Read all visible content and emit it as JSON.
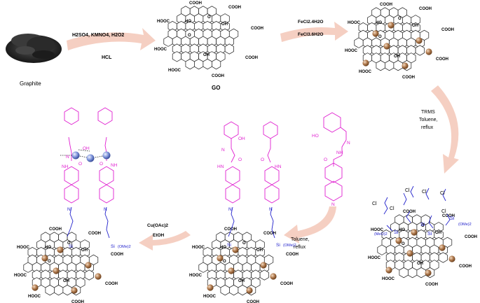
{
  "labels": {
    "graphite": "Graphite",
    "go": "GO",
    "step1_reagents": "H2SO4, KMNO4, H2O2",
    "step1_acid": "HCL",
    "step2_reagent_a": "FeCl2.4H2O",
    "step2_reagent_b": "FeCl3.6H2O",
    "step3_reagent": "TRMS",
    "step3_solvent": "Toluene,",
    "step3_condition": "reflux",
    "step4_solvent": "Toluene,",
    "step4_condition": "reflux",
    "step5_reagent": "Cu(OAc)2",
    "step5_solvent": "EtOH"
  },
  "group_labels": {
    "cooh": "COOH",
    "hooc": "HOOC",
    "oh": "OH",
    "ho": "HO",
    "o": "O",
    "si": "Si",
    "ome2": "(OMe)2",
    "meo2": "(MeO)2",
    "cl": "Cl",
    "n": "N",
    "nh": "NH",
    "hn": "HN",
    "nn": "N"
  },
  "colors": {
    "arrow": "#f5cfc2",
    "nanoparticle": "#b07a4e",
    "cu": "#7a90d8",
    "linker": "#2222cc",
    "ligand": "#e020d0",
    "graphene": "#1a1a1a"
  }
}
